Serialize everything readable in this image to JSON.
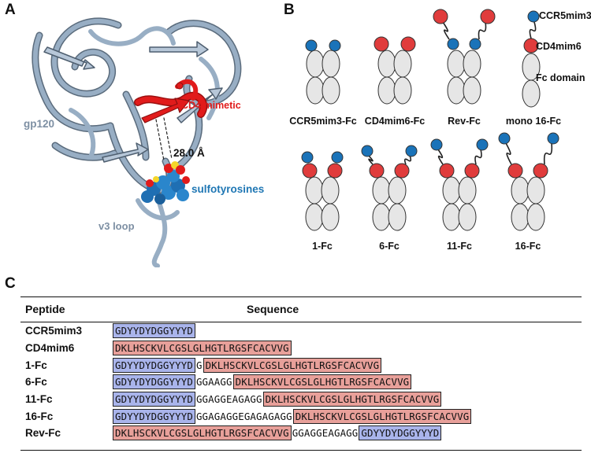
{
  "panels": {
    "a": {
      "letter": "A",
      "labels": {
        "cd4_mimetic": "CD4 mimetic",
        "gp120": "gp120",
        "distance": "28.0 Å",
        "sulfotyrosines": "sulfotyrosines",
        "v3_loop": "v3 loop"
      },
      "colors": {
        "protein": "#8fa3b8",
        "cd4_mimetic": "#e11b1b",
        "sulfotyrosines": "#1f77b4"
      }
    },
    "b": {
      "letter": "B",
      "constructs": [
        "CCR5mim3-Fc",
        "CD4mim6-Fc",
        "Rev-Fc",
        "mono 16-Fc",
        "1-Fc",
        "6-Fc",
        "11-Fc",
        "16-Fc"
      ],
      "legend": {
        "ccr5": "CCR5mim3",
        "cd4": "CD4mim6",
        "fc": "Fc domain"
      },
      "colors": {
        "ccr5": "#1a73b9",
        "cd4": "#e03c3c",
        "fc": "#e6e6e6"
      }
    },
    "c": {
      "letter": "C",
      "headers": {
        "peptide": "Peptide",
        "sequence": "Sequence"
      },
      "rows": [
        {
          "name": "CCR5mim3",
          "segments": [
            {
              "text": "GDYYDYDGGYYYD",
              "type": "ccr"
            }
          ]
        },
        {
          "name": "CD4mim6",
          "segments": [
            {
              "text": "DKLHSCKVLCGSLGLHGTLRGSFCACVVG",
              "type": "cd4"
            }
          ]
        },
        {
          "name": "1-Fc",
          "segments": [
            {
              "text": "GDYYDYDGGYYYD",
              "type": "ccr"
            },
            {
              "text": "G",
              "type": "linker"
            },
            {
              "text": "DKLHSCKVLCGSLGLHGTLRGSFCACVVG",
              "type": "cd4"
            }
          ]
        },
        {
          "name": "6-Fc",
          "segments": [
            {
              "text": "GDYYDYDGGYYYD",
              "type": "ccr"
            },
            {
              "text": "GGAAGG",
              "type": "linker"
            },
            {
              "text": "DKLHSCKVLCGSLGLHGTLRGSFCACVVG",
              "type": "cd4"
            }
          ]
        },
        {
          "name": "11-Fc",
          "segments": [
            {
              "text": "GDYYDYDGGYYYD",
              "type": "ccr"
            },
            {
              "text": "GGAGGEAGAGG",
              "type": "linker"
            },
            {
              "text": "DKLHSCKVLCGSLGLHGTLRGSFCACVVG",
              "type": "cd4"
            }
          ]
        },
        {
          "name": "16-Fc",
          "segments": [
            {
              "text": "GDYYDYDGGYYYD",
              "type": "ccr"
            },
            {
              "text": "GGAGAGGEGAGAGAGG",
              "type": "linker"
            },
            {
              "text": "DKLHSCKVLCGSLGLHGTLRGSFCACVVG",
              "type": "cd4"
            }
          ]
        },
        {
          "name": "Rev-Fc",
          "segments": [
            {
              "text": "DKLHSCKVLCGSLGLHGTLRGSFCACVVG",
              "type": "cd4"
            },
            {
              "text": "GGAGGEAGAGG",
              "type": "linker"
            },
            {
              "text": "GDYYDYDGGYYYD",
              "type": "ccr"
            }
          ]
        }
      ]
    }
  }
}
